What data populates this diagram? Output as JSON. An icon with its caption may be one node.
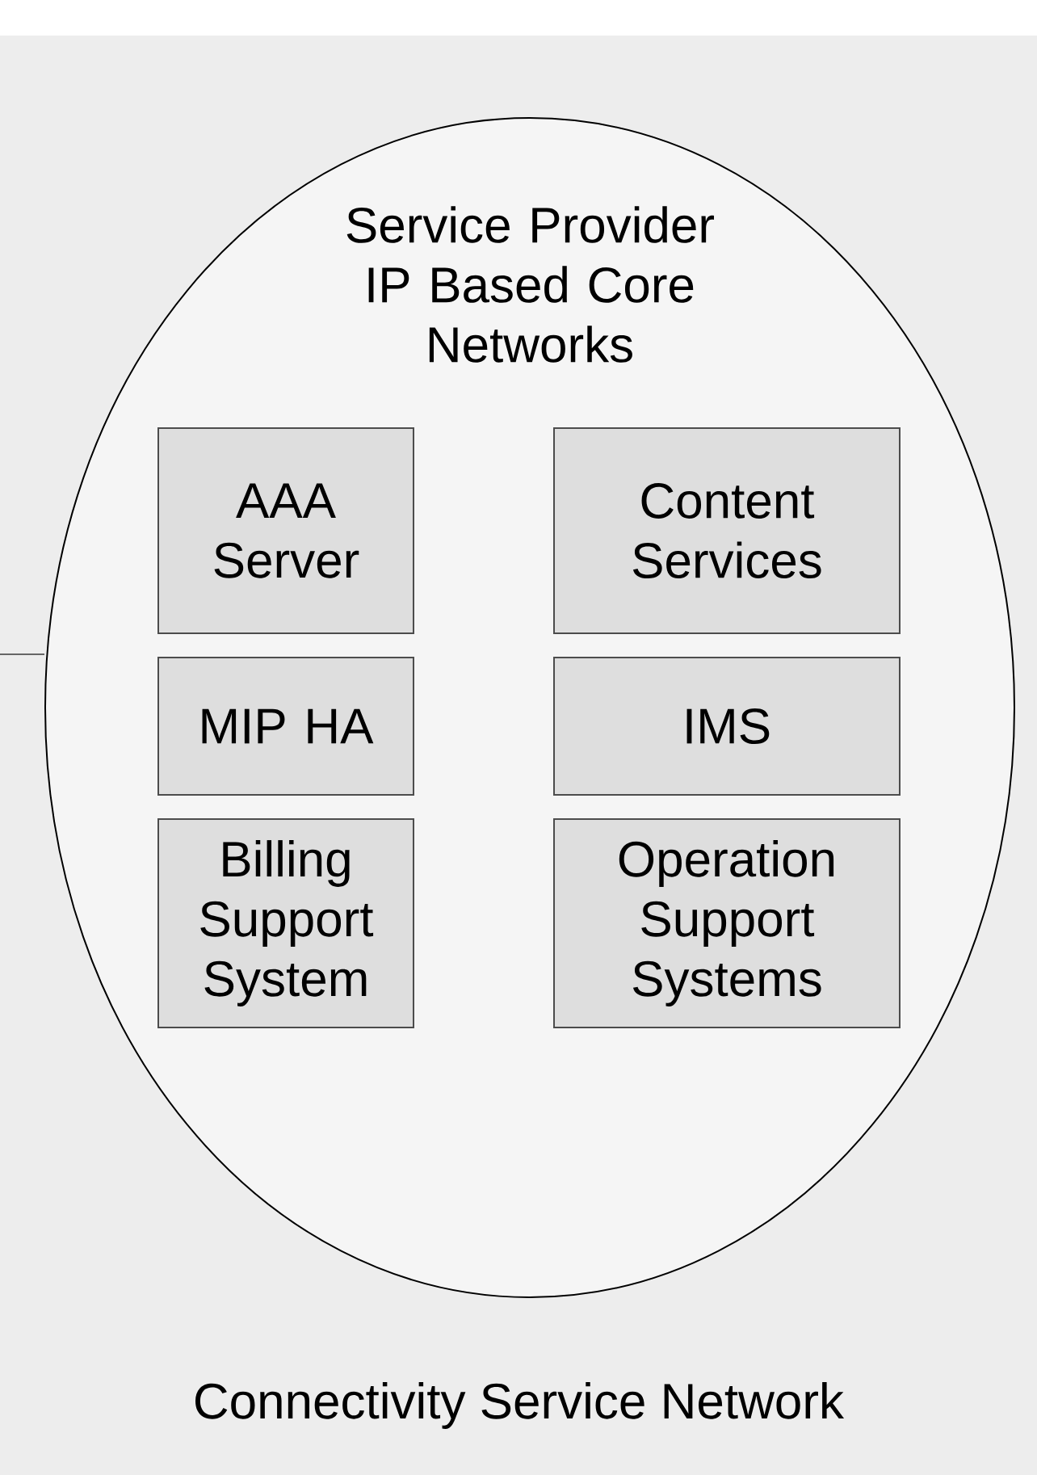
{
  "diagram": {
    "nodes": [
      {
        "text": [
          "Connectivity Service Network"
        ]
      },
      {
        "text": [
          "Service Provider IP Based Core Networks"
        ],
        "in": 0
      },
      {
        "text": [
          "AAA Server"
        ],
        "in": 1
      },
      {
        "text": [
          "Content Services"
        ],
        "in": 1
      },
      {
        "text": [
          "MIP HA"
        ],
        "in": 1
      },
      {
        "text": [
          "IMS"
        ],
        "in": 1
      },
      {
        "text": [
          "Billing Support System"
        ],
        "in": 1
      },
      {
        "text": [
          "Operation Support Systems"
        ],
        "in": 1
      }
    ],
    "edges": [
      {
        "from": null,
        "to": 1,
        "arrow": "none"
      }
    ]
  }
}
